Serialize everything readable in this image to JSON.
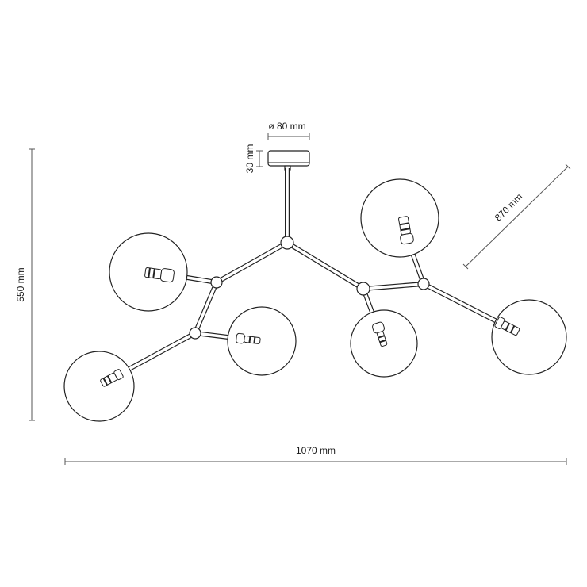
{
  "dimensions": {
    "canopy_diameter": "ø 80 mm",
    "canopy_height": "30 mm",
    "total_height": "550 mm",
    "total_width": "1070 mm",
    "globe_span": "870 mm"
  }
}
